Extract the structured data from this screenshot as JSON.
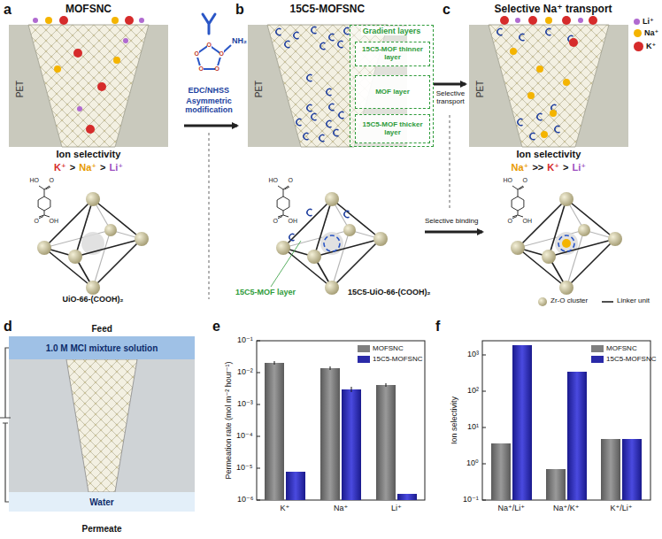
{
  "diagram": {
    "nodes": [
      {
        "text": [
          "Gradient layers"
        ]
      },
      {
        "text": [
          "15C5-MOF thinner layer"
        ],
        "in": 0
      },
      {
        "text": [
          "MOF layer"
        ],
        "in": 0
      },
      {
        "text": [
          "15C5-MOF thicker layer"
        ],
        "in": 0
      },
      {
        "text": [
          "1.0 M MCl mixture solution"
        ]
      },
      {
        "text": [
          "Water"
        ]
      }
    ],
    "labels": [
      "a",
      "MOFSNC",
      "PET",
      "Ion selectivity",
      "K⁺",
      ">",
      "Na⁺",
      ">",
      "Li⁺",
      "O",
      "O",
      "O",
      "O",
      "O",
      "NH₂",
      "EDC/NHSS",
      "Asymmetric modification",
      "b",
      "15C5-MOFSNC",
      "PET",
      "c",
      "Selective Na⁺ transport",
      "PET",
      "Selective transport",
      "Ion selectivity",
      "Na⁺",
      ">>",
      "K⁺",
      ">",
      "Li⁺",
      "HO",
      "O",
      "O",
      "OH",
      "HO",
      "O",
      "O",
      "OH",
      "HO",
      "O",
      "O",
      "OH",
      "UiO-66-(COOH)₂",
      "15C5-MOF layer",
      "15C5-UiO-66-(COOH)₂",
      "Selective binding",
      "Zr-O cluster",
      "Linker unit",
      "d",
      "Feed",
      "Permeate",
      "e",
      "Permeation rate (mol m⁻² hour⁻¹)",
      "10⁻¹",
      "10⁻²",
      "10⁻³",
      "10⁻⁴",
      "10⁻⁵",
      "10⁻⁶",
      "K⁺",
      "Na⁺",
      "Li⁺",
      "f",
      "Ion selectivity",
      "10³",
      "10²",
      "10¹",
      "10⁰",
      "10⁻¹",
      "Na⁺/Li⁺",
      "Na⁺/K⁺",
      "K⁺/Li⁺"
    ],
    "legend": [
      {
        "text": "Li⁺",
        "color": "#b06ad0"
      },
      {
        "text": "Na⁺",
        "color": "#f4b400"
      },
      {
        "text": "K⁺",
        "color": "#d62b2b"
      },
      {
        "text": "MOFSNC",
        "color": "#7f7f7f"
      },
      {
        "text": "15C5-MOFSNC",
        "color": "#2a2aa8"
      },
      {
        "text": "MOFSNC",
        "color": "#7f7f7f"
      },
      {
        "text": "15C5-MOFSNC",
        "color": "#2a2aa8"
      }
    ]
  }
}
